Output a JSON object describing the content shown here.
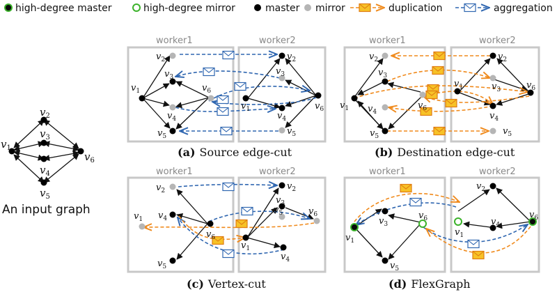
{
  "legend": {
    "high_degree_master": "high-degree master",
    "high_degree_mirror": "high-degree mirror",
    "master": "master",
    "mirror": "mirror",
    "duplication": "duplication",
    "aggregation": "aggregation"
  },
  "input_graph": {
    "caption": "An input graph",
    "v1": "v",
    "s1": "1",
    "v2": "v",
    "s2": "2",
    "v3": "v",
    "s3": "3",
    "v4": "v",
    "s4": "4",
    "v5": "v",
    "s5": "5",
    "v6": "v",
    "s6": "6"
  },
  "panels": {
    "a": {
      "letter": "(a)",
      "title": "Source edge-cut"
    },
    "b": {
      "letter": "(b)",
      "title": "Destination edge-cut"
    },
    "c": {
      "letter": "(c)",
      "title": "Vertex-cut"
    },
    "d": {
      "letter": "(d)",
      "title": "FlexGraph"
    }
  },
  "worker1": "worker1",
  "worker2": "worker2",
  "colors": {
    "master": "#000000",
    "mirror": "#b5b5b5",
    "high_degree_master_fill": "#0a0a0a",
    "high_degree_ring": "#3bb22a",
    "duplication": "#f08a1c",
    "aggregation": "#2f66b0",
    "envelope_dup_fill": "#f7c227",
    "envelope_agg_fill": "#ffffff",
    "worker_box": "#c8c8c8"
  }
}
